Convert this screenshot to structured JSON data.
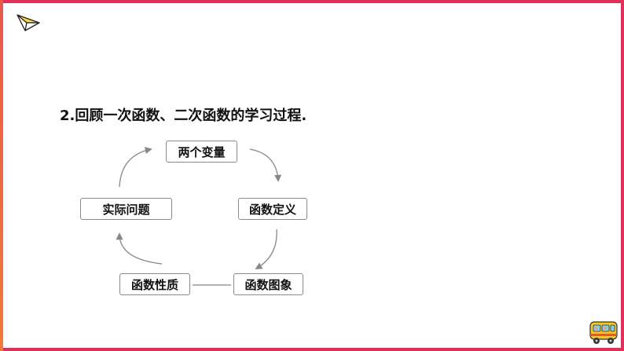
{
  "heading": "2.回顾一次函数、二次函数的学习过程.",
  "cycle_nodes": [
    {
      "label": "两个变量"
    },
    {
      "label": "函数定义"
    },
    {
      "label": "函数图象"
    },
    {
      "label": "函数性质"
    },
    {
      "label": "实际问题"
    }
  ],
  "colors": {
    "frame": "#e0305a",
    "frame_left": "#f07a3c",
    "arrow": "#888888",
    "text": "#111111"
  },
  "icons": [
    "paper-plane-icon",
    "school-bus-icon"
  ]
}
